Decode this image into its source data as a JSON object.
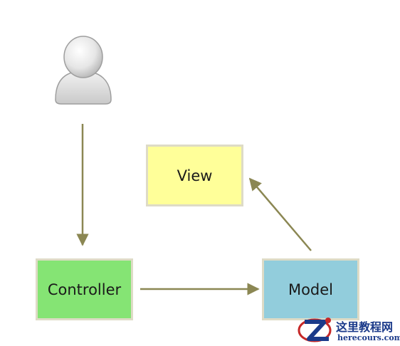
{
  "diagram": {
    "nodes": {
      "user": {
        "icon": "user-icon"
      },
      "view": {
        "label": "View",
        "fill": "#ffff99"
      },
      "controller": {
        "label": "Controller",
        "fill": "#85e474"
      },
      "model": {
        "label": "Model",
        "fill": "#92cddc"
      }
    },
    "edges": [
      {
        "from": "user",
        "to": "controller"
      },
      {
        "from": "controller",
        "to": "model"
      },
      {
        "from": "model",
        "to": "view"
      }
    ],
    "edge_color": "#8b8753",
    "box_border_color": "#dedbc6"
  },
  "watermark": {
    "logo": "z-logo",
    "text_cn": "这里教程网",
    "text_en": "herecours.com"
  }
}
